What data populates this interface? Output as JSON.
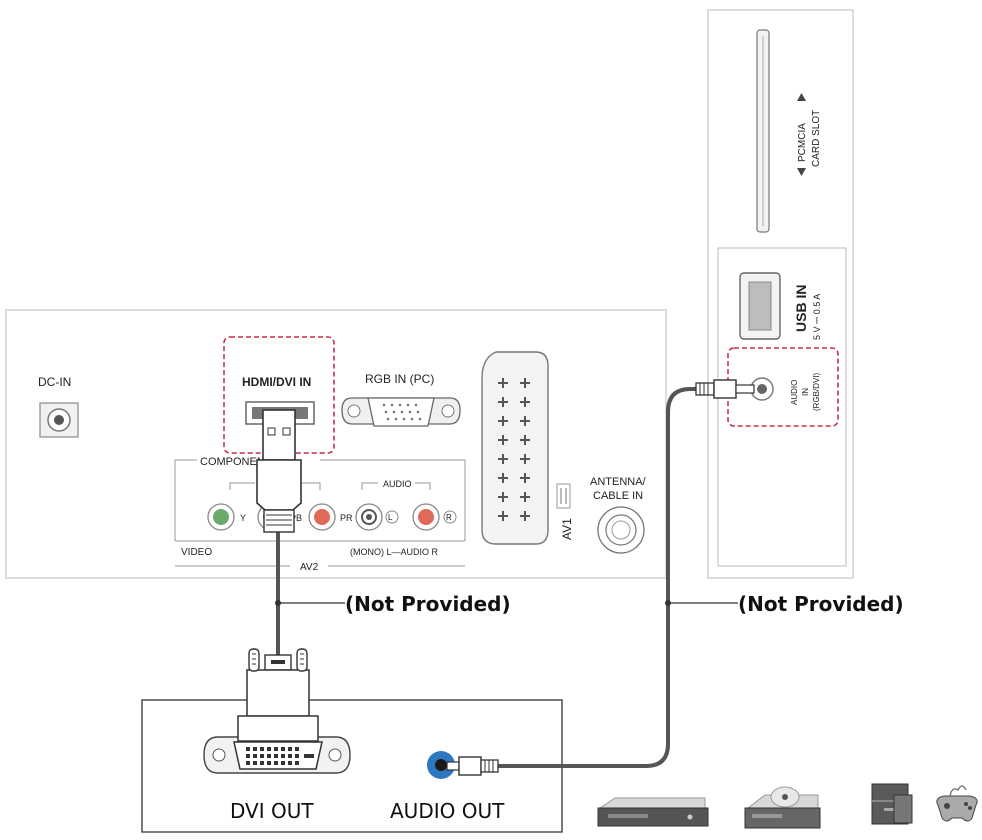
{
  "tv_panel": {
    "dc_in": "DC-IN",
    "hdmi_dvi_in": "HDMI/DVI IN",
    "rgb_in": "RGB IN (PC)",
    "component_in": "COMPONENT IN",
    "y": "Y",
    "pb": "PB",
    "pr": "PR",
    "audio": "AUDIO",
    "audio_l": "L",
    "audio_r": "R",
    "video": "VIDEO",
    "av2": "AV2",
    "mono_audio": "(MONO) L—AUDIO R",
    "av1": "AV1",
    "antenna_1": "ANTENNA/",
    "antenna_2": "CABLE IN"
  },
  "side_panel": {
    "pcmcia_1": "PCMCIA",
    "pcmcia_2": "CARD SLOT",
    "usb_in": "USB IN",
    "usb_rating": "5 V ⎓ 0.5 A",
    "audio_in_1": "AUDIO",
    "audio_in_2": "IN",
    "audio_in_3": "(RGB/DVI)"
  },
  "cables": {
    "left_callout": "(Not Provided)",
    "right_callout": "(Not Provided)"
  },
  "source_device": {
    "dvi_out": "DVI OUT",
    "audio_out": "AUDIO OUT"
  },
  "colors": {
    "highlight": "#c8304a",
    "cable": "#555555",
    "jack_blue": "#2b78c0",
    "jack_green": "#6aaa6a",
    "jack_red": "#e06a5a"
  }
}
